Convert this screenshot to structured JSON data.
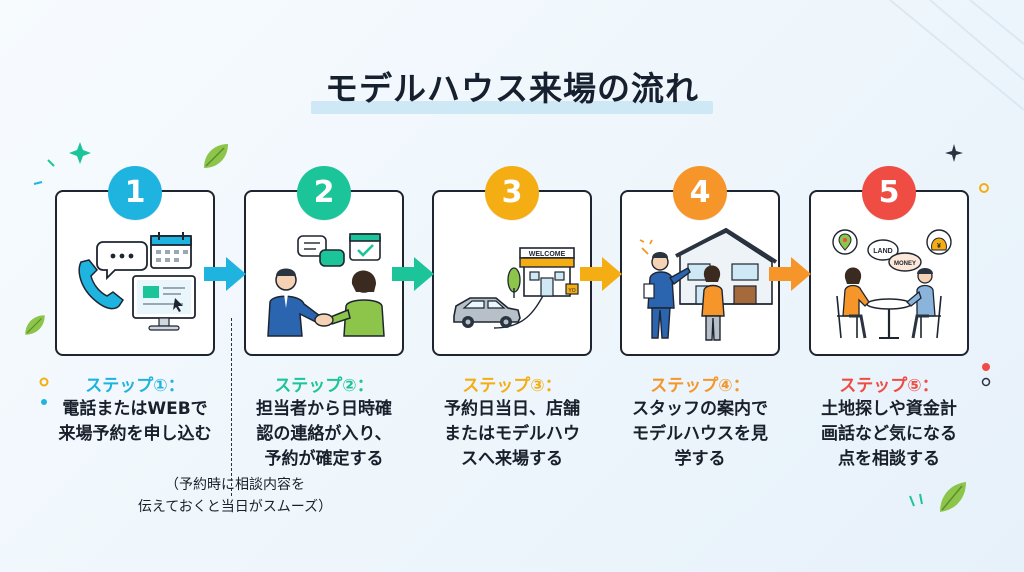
{
  "title": "モデルハウス来場の流れ",
  "colors": {
    "step1": "#1fb4e0",
    "step2": "#1cc49a",
    "step3": "#f4ae14",
    "step4": "#f6962a",
    "step5": "#ef4d43"
  },
  "steps": [
    {
      "number": "1",
      "label": "ステップ①：",
      "desc": [
        "電話またはWEBで",
        "来場予約を申し込む"
      ]
    },
    {
      "number": "2",
      "label": "ステップ②：",
      "desc": [
        "担当者から日時確",
        "認の連絡が入り、",
        "予約が確定する"
      ]
    },
    {
      "number": "3",
      "label": "ステップ③：",
      "desc": [
        "予約日当日、店舗",
        "またはモデルハウ",
        "スへ来場する"
      ],
      "sign_text": "WELCOME",
      "small_sign": "YO"
    },
    {
      "number": "4",
      "label": "ステップ④：",
      "desc": [
        "スタッフの案内で",
        "モデルハウスを見",
        "学する"
      ]
    },
    {
      "number": "5",
      "label": "ステップ⑤：",
      "desc": [
        "土地探しや資金計",
        "画話など気になる",
        "点を相談する"
      ],
      "bubble_land": "LAND",
      "bubble_money": "MONEY",
      "bubble_yen": "¥"
    }
  ],
  "note": [
    "（予約時に相談内容を",
    "伝えておくと当日がスムーズ）"
  ]
}
